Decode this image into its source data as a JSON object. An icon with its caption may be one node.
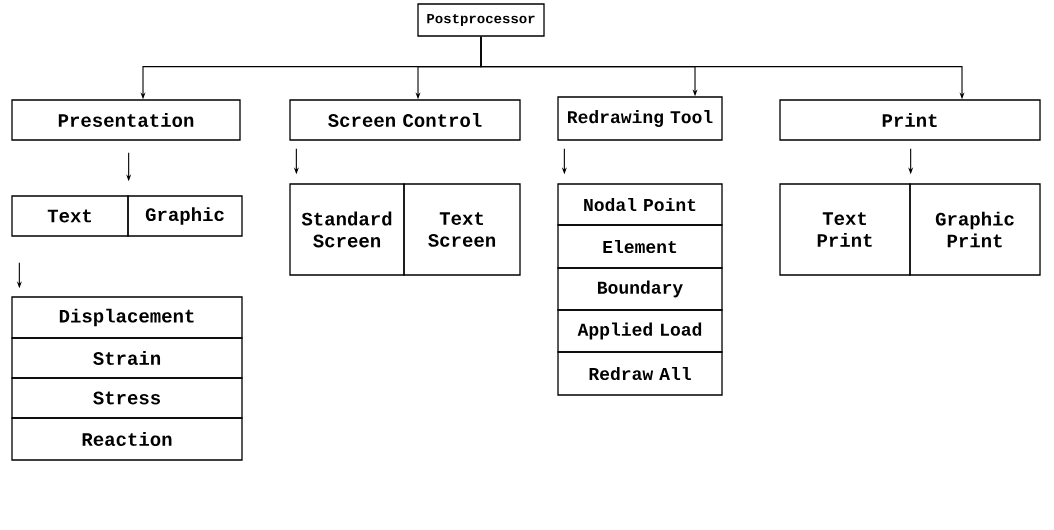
{
  "diagram": {
    "nodes": [
      {
        "text": [
          "Postprocessor"
        ]
      },
      {
        "text": [
          "Presentation"
        ]
      },
      {
        "text": [
          "Text"
        ]
      },
      {
        "text": [
          "Graphic"
        ]
      },
      {
        "text": [
          "Displacement"
        ]
      },
      {
        "text": [
          "Strain"
        ]
      },
      {
        "text": [
          "Stress"
        ]
      },
      {
        "text": [
          "Reaction"
        ]
      },
      {
        "text": [
          "Screen Control"
        ]
      },
      {
        "text": [
          "Standard Screen"
        ]
      },
      {
        "text": [
          "Text Screen"
        ]
      },
      {
        "text": [
          "Redrawing Tool"
        ]
      },
      {
        "text": [
          "Nodal Point"
        ]
      },
      {
        "text": [
          "Element"
        ]
      },
      {
        "text": [
          "Boundary"
        ]
      },
      {
        "text": [
          "Applied Load"
        ]
      },
      {
        "text": [
          "Redraw All"
        ]
      },
      {
        "text": [
          "Print"
        ]
      },
      {
        "text": [
          "Text Print"
        ]
      },
      {
        "text": [
          "Graphic Print"
        ]
      }
    ],
    "edges": [
      {
        "from": 0,
        "to": 1,
        "arrow": "to"
      },
      {
        "from": 0,
        "to": 8,
        "arrow": "to"
      },
      {
        "from": 0,
        "to": 11,
        "arrow": "to"
      },
      {
        "from": 0,
        "to": 17,
        "arrow": "to"
      },
      {
        "from": 1,
        "to": 2,
        "arrow": "to"
      },
      {
        "from": 2,
        "to": 4,
        "arrow": "to"
      },
      {
        "from": 8,
        "to": 9,
        "arrow": "to"
      },
      {
        "from": 11,
        "to": 12,
        "arrow": "to"
      },
      {
        "from": 17,
        "to": 18,
        "arrow": "to"
      }
    ]
  }
}
